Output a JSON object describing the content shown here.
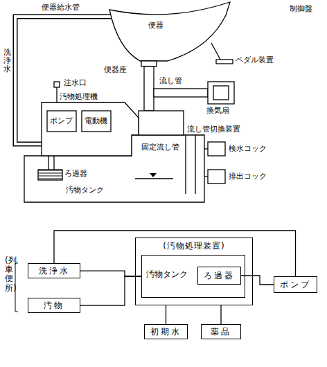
{
  "diagram": {
    "nodes": [
      {
        "text": [
          "洗浄水"
        ]
      },
      {
        "text": [
          "(汚物処理装置)"
        ]
      },
      {
        "text": [
          "汚物タンク"
        ],
        "in": 1
      },
      {
        "text": [
          "ろ過器"
        ],
        "in": 2
      },
      {
        "text": [
          "ポンプ"
        ]
      },
      {
        "text": [
          "汚物"
        ]
      },
      {
        "text": [
          "初期水"
        ]
      },
      {
        "text": [
          "薬品"
        ]
      }
    ],
    "edges": [
      {
        "from": 0,
        "to": 2,
        "arrow": "none"
      },
      {
        "from": 5,
        "to": 2,
        "arrow": "none"
      },
      {
        "from": 3,
        "to": 4,
        "arrow": "none"
      },
      {
        "from": 4,
        "to": 0,
        "arrow": "none"
      },
      {
        "from": 6,
        "to": 1,
        "arrow": "none"
      },
      {
        "from": 7,
        "to": 1,
        "arrow": "none"
      }
    ],
    "labels": [
      "制御盤",
      "便器給水管",
      "便器",
      "ペダル装置",
      "洗浄水",
      "便器座",
      "流し管",
      "注水口",
      "換気扇",
      "汚物処理機",
      "ポンプ",
      "電動機",
      "流し管切換装置",
      "固定流し管",
      "検水コック",
      "ろ過器",
      "汚物タンク",
      "排出コック",
      "(列車便所)"
    ]
  }
}
